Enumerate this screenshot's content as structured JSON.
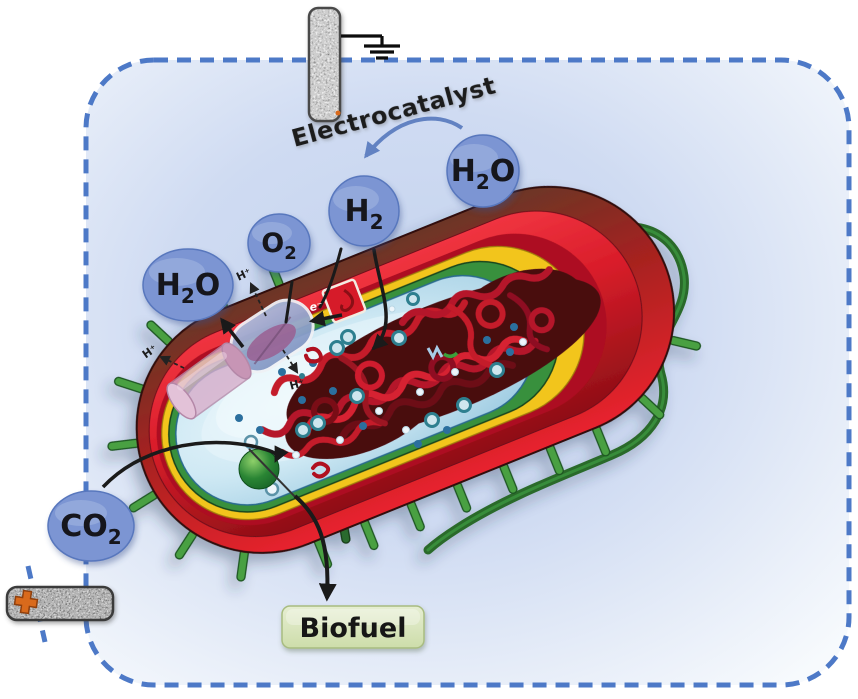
{
  "figure": {
    "electrocatalyst_label": "Electrocatalyst",
    "biofuel_label": "Biofuel",
    "molecules": {
      "h2o_right": {
        "a": "H",
        "sub": "2",
        "b": "O"
      },
      "h2": {
        "a": "H",
        "sub": "2",
        "b": ""
      },
      "o2": {
        "a": "O",
        "sub": "2",
        "b": ""
      },
      "h2o_left": {
        "a": "H",
        "sub": "2",
        "b": "O"
      },
      "co2": {
        "a": "CO",
        "sub": "2",
        "b": ""
      }
    },
    "ions": {
      "proton_top": "H⁺",
      "proton_left": "H⁺",
      "proton_inner": "H⁺",
      "electron": "e⁻"
    },
    "electrodes": {
      "anode_sign": "+"
    },
    "colors": {
      "border_dash": "#4d79c7",
      "molecule_fill": "#7b95d3",
      "molecule_stroke": "#5877bd",
      "membrane_red": "#e31b2b",
      "membrane_dark_red": "#8f0f16",
      "outer_brown": "#6b3626",
      "peptidoglycan_yellow": "#f2c51f",
      "inner_green": "#37903d",
      "cytoplasm_blue": "#bcdcee",
      "nucleoid_red": "#b5172a",
      "flagellum_green": "#2a6b2b",
      "pili_green": "#49a043",
      "biofuel_bg": "#dce8c0",
      "electrode_gray": "#9a9a9a",
      "anode_plus": "#d96a1e",
      "enzyme_blue": "#97aed2",
      "transporter_pink": "#d9aecb",
      "arrow_black": "#1a1a1a",
      "arrow_blue": "#6282c2"
    }
  }
}
